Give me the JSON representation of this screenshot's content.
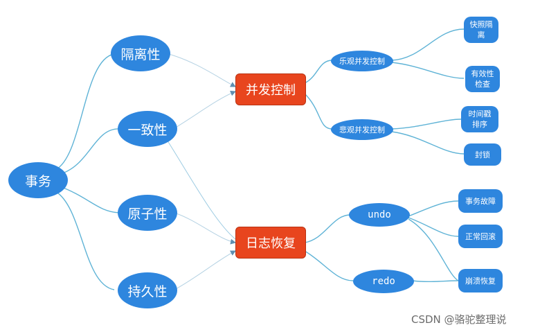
{
  "nodes": {
    "root": "事务",
    "isolation": "隔离性",
    "consistency": "一致性",
    "atomicity": "原子性",
    "durability": "持久性",
    "concurrency_control": "并发控制",
    "log_recovery": "日志恢复",
    "optimistic": "乐观并发控制",
    "pessimistic": "悲观并发控制",
    "undo": "undo",
    "redo": "redo",
    "snapshot_isolation_l1": "快照隔",
    "snapshot_isolation_l2": "离",
    "validity_check_l1": "有效性",
    "validity_check_l2": "检查",
    "timestamp_l1": "时间戳",
    "timestamp_l2": "排序",
    "lock": "封锁",
    "txn_failure": "事务故障",
    "normal_rollback": "正常回滚",
    "crash_recovery": "崩溃恢复"
  },
  "watermark": "CSDN @骆驼整理说",
  "colors": {
    "node_blue": "#2e86de",
    "hub_red": "#e8451e",
    "line": "#5fb3d6"
  }
}
